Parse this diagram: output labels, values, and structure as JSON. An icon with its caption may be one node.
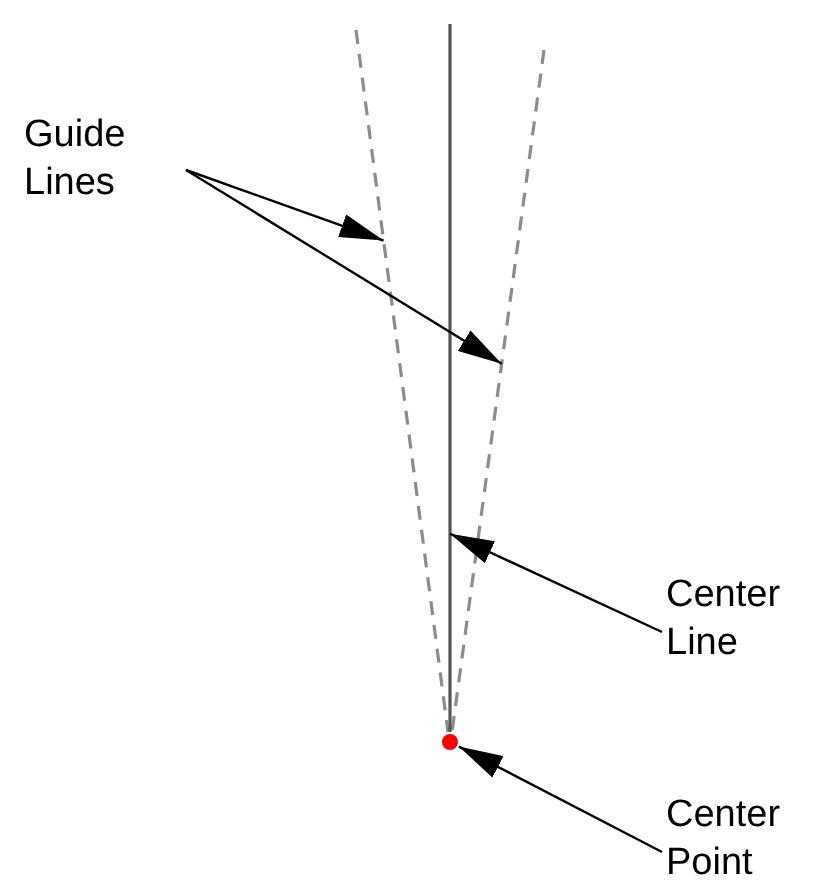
{
  "diagram": {
    "nodes": [
      {
        "text": [
          "Guide Lines"
        ]
      },
      {
        "text": [],
        "shape": "line"
      },
      {
        "text": [],
        "shape": "line"
      },
      {
        "text": [
          "Center Line"
        ]
      },
      {
        "text": [],
        "shape": "line"
      },
      {
        "text": [
          "Center Point"
        ]
      },
      {
        "text": [],
        "shape": "circle"
      }
    ],
    "edges": [
      {
        "from": 0,
        "to": 1,
        "arrow": "to"
      },
      {
        "from": 0,
        "to": 2,
        "arrow": "to"
      },
      {
        "from": 3,
        "to": 4,
        "arrow": "to"
      },
      {
        "from": 5,
        "to": 6,
        "arrow": "to"
      }
    ]
  }
}
